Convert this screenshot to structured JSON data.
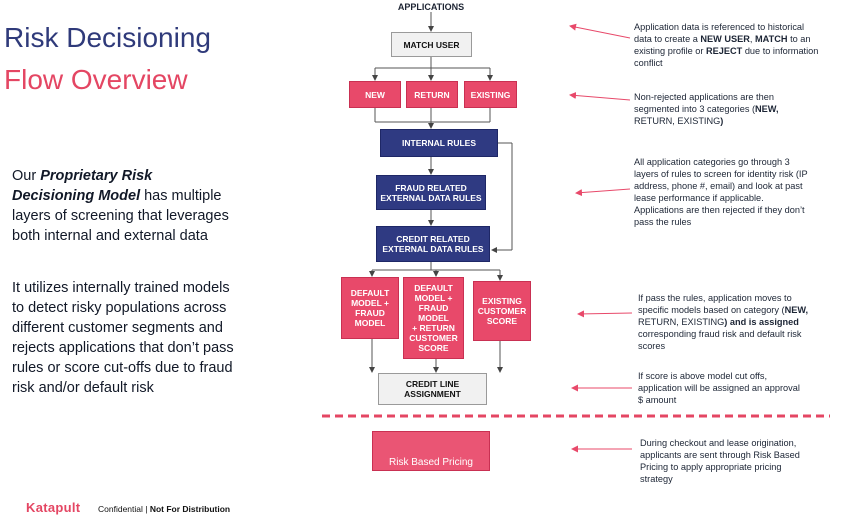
{
  "title": {
    "line1": "Risk Decisioning",
    "line2": "Flow Overview"
  },
  "body": {
    "p1_pre": "Our ",
    "p1_em": "Proprietary Risk Decisioning Model",
    "p1_post": " has multiple layers of screening that leverages both internal and external data",
    "p2": "It utilizes internally trained models to detect risky populations across different customer segments and rejects applications that don’t pass rules or score cut-offs due to fraud risk and/or default risk"
  },
  "flow": {
    "applications": "APPLICATIONS",
    "match_user": "MATCH USER",
    "new": "NEW",
    "return": "RETURN",
    "existing": "EXISTING",
    "internal_rules": "INTERNAL RULES",
    "fraud_rules": [
      "FRAUD RELATED",
      "EXTERNAL DATA RULES"
    ],
    "credit_rules": [
      "CREDIT RELATED",
      "EXTERNAL DATA RULES"
    ],
    "model1": [
      "DEFAULT",
      "MODEL +",
      "FRAUD",
      "MODEL"
    ],
    "model2": [
      "DEFAULT",
      "MODEL +",
      "FRAUD",
      "MODEL",
      "+ RETURN",
      "CUSTOMER",
      "SCORE"
    ],
    "model3": [
      "EXISTING",
      "CUSTOMER",
      "SCORE"
    ],
    "credit_line": [
      "CREDIT LINE",
      "ASSIGNMENT"
    ],
    "risk_based_pricing": "Risk Based Pricing"
  },
  "notes": {
    "n1": [
      "Application data is referenced to historical",
      "data to create a |NEW USER|, |MATCH| to an",
      "existing profile or |REJECT| due to information",
      "conflict"
    ],
    "n2": [
      "Non-rejected applications are then",
      "segmented into 3 categories (|NEW,",
      "RETURN, EXISTING|)"
    ],
    "n3": [
      "All application categories go through 3",
      "layers of rules to screen for identity risk (IP",
      "address, phone #, email) and look at past",
      "lease performance if applicable.",
      "Applications are then rejected if they don’t",
      "pass the rules"
    ],
    "n4": [
      "If pass the rules, application moves to",
      "specific models based on category (|NEW,",
      "RETURN, EXISTING|) and is assigned",
      "corresponding fraud risk and default risk",
      "scores"
    ],
    "n5": [
      "If score is above model cut offs,",
      "application will be assigned an approval",
      "$ amount"
    ],
    "n6": [
      "During checkout and lease origination,",
      "applicants are sent through Risk Based",
      "Pricing to apply appropriate pricing",
      "strategy"
    ]
  },
  "footer": {
    "brand": "Katapult",
    "text": "Confidential | ",
    "bold": "Not For Distribution"
  },
  "colors": {
    "navy": "#2f3a82",
    "pink": "#e8496a",
    "title_blue": "#2f3a7a",
    "title_pink": "#e44663",
    "dash": "#e44663"
  }
}
